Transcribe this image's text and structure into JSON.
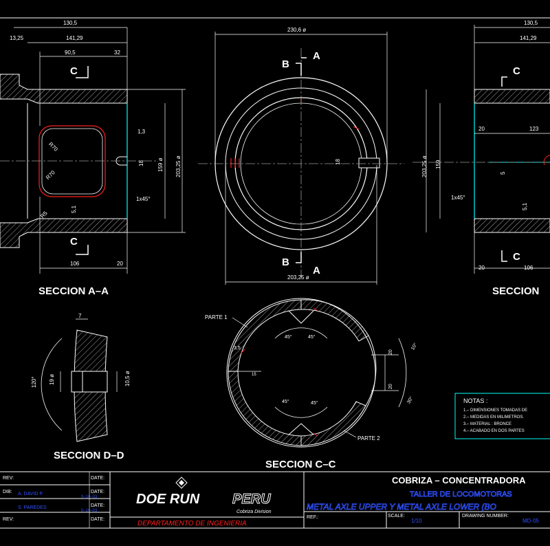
{
  "colors": {
    "background": "#000000",
    "line": "#ffffff",
    "cyan": "#00ffff",
    "red": "#ff2020",
    "blue": "#3050ff",
    "gray": "#9a9a9a",
    "yellow": "#ffff00"
  },
  "views": {
    "left": {
      "dims": {
        "overall": "130,5",
        "flange": "13,25",
        "inner": "141,29",
        "bore": "90,5",
        "gap": "32",
        "bottom_left": "106",
        "bottom_right": "20",
        "height1": "203,25 ø",
        "height2": "159 ø",
        "slot": "1,3",
        "chamfer": "1x45°",
        "r1": "R70",
        "r2": "R70",
        "r3": "R5",
        "d1": "5,1",
        "d2": "18"
      },
      "section_marks": {
        "top": "C",
        "bottom": "C"
      },
      "caption": "SECCION  A–A"
    },
    "center": {
      "dims": {
        "top": "230,6 ø",
        "bottom": "203,25 ø",
        "slot": "18"
      },
      "marks": {
        "top_left": "B",
        "top_right": "A",
        "bottom_left": "B",
        "bottom_right": "A"
      }
    },
    "right": {
      "dims": {
        "overall": "130,5",
        "inner": "141,29",
        "left": "20",
        "mid": "123",
        "h1": "203,25 ø",
        "h2": "159",
        "h3": "5",
        "h4": "5,1",
        "bottom_left": "20",
        "bottom_right": "106",
        "chamfer": "1x45°"
      },
      "section_marks": {
        "top": "C",
        "bottom": "C"
      },
      "caption": "SECCION"
    },
    "d_section": {
      "dims": {
        "top": "7",
        "angle": "120°",
        "h1": "19 ø",
        "h2": "10,5 ø"
      },
      "caption": "SECCION  D–D"
    },
    "c_section": {
      "labels": {
        "part1": "PARTE 1",
        "part2": "PARTE 2"
      },
      "dims": {
        "a1": "45°",
        "a2": "45°",
        "a3": "45°",
        "a4": "45°",
        "r1": "20",
        "r2": "20",
        "ang1": "10°",
        "ang2": "30°",
        "small": "3,5",
        "c": "15"
      },
      "caption": "SECCION  C–C"
    }
  },
  "notes": {
    "title": "NOTAS :",
    "items": [
      "1.– DIMENSIONES TOMADAS DE",
      "2.– MEDIDAS EN MILIMETROS.",
      "3.– MATERIAL : BRONCE",
      "4.– ACABADO EN DOS PARTES"
    ]
  },
  "title_block": {
    "rev_labels": [
      "REV:",
      "DIB:",
      "REV:"
    ],
    "fecha_label": "DATE:",
    "names": [
      "A. DAVID P.",
      "S. PAREDES"
    ],
    "dates": [
      "0–10–03",
      "0–10–03"
    ],
    "company": {
      "left": "DOE RUN",
      "right": "PERU",
      "division": "Cobriza Division",
      "department": "DEPARTAMENTO  DE  INGENIERIA"
    },
    "project": "COBRIZA  –  CONCENTRADORA",
    "workshop": "TALLER DE LOCOMOTORAS",
    "part": "METAL AXLE UPPER Y METAL AXLE LOWER (BO",
    "ref_label": "REF.:",
    "scale_label": "SCALE:",
    "scale_value": "1/10",
    "drawing_label": "DRAWING NUMBER:",
    "drawing_value": "MD-05"
  }
}
